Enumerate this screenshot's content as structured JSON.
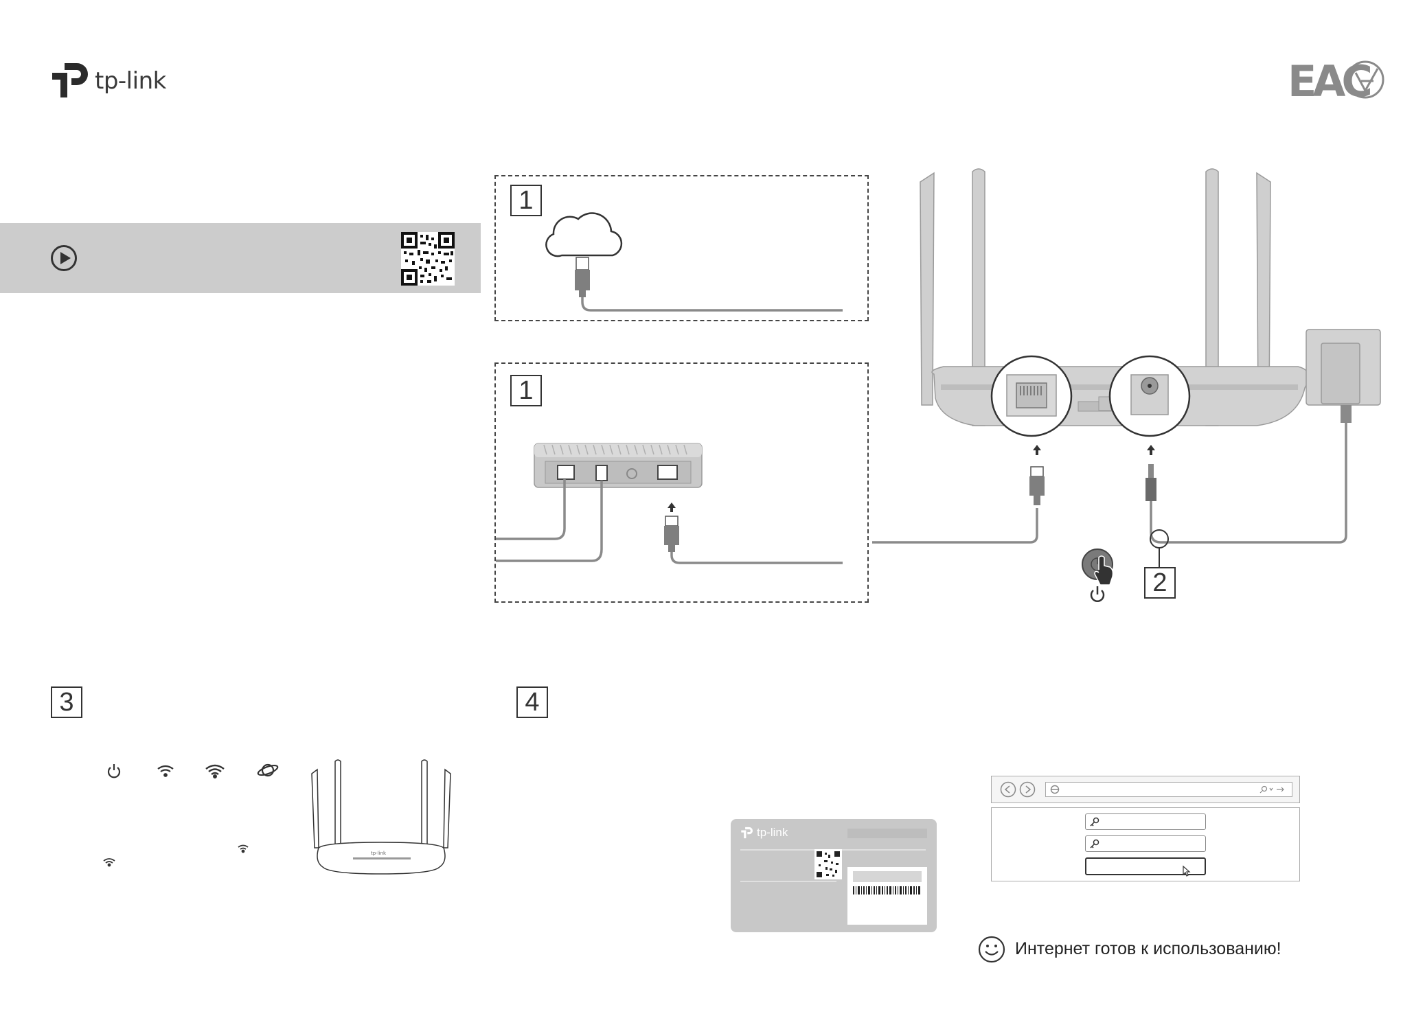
{
  "brand": {
    "name": "tp-link"
  },
  "certification": {
    "eac_text": "EAC"
  },
  "steps": {
    "connect_modem_a": {
      "number": "1"
    },
    "connect_modem_b": {
      "number": "1"
    },
    "power_on": {
      "number": "2"
    },
    "check_leds": {
      "number": "3"
    },
    "configure": {
      "number": "4"
    }
  },
  "label_card": {
    "brand": "tp-link"
  },
  "result": {
    "message": "Интернет готов к использованию!"
  },
  "icons": {
    "play": "play-icon",
    "qr": "qr-code-icon",
    "cloud": "cloud-icon",
    "power": "power-icon",
    "wifi_24": "wifi-icon",
    "wifi_5": "wifi-5g-icon",
    "internet": "internet-globe-icon",
    "smiley": "smiley-icon",
    "key": "key-icon"
  },
  "colors": {
    "banner": "#cccccc",
    "device": "#c8c8c8",
    "cable": "#8a8a8a",
    "text": "#333333"
  }
}
